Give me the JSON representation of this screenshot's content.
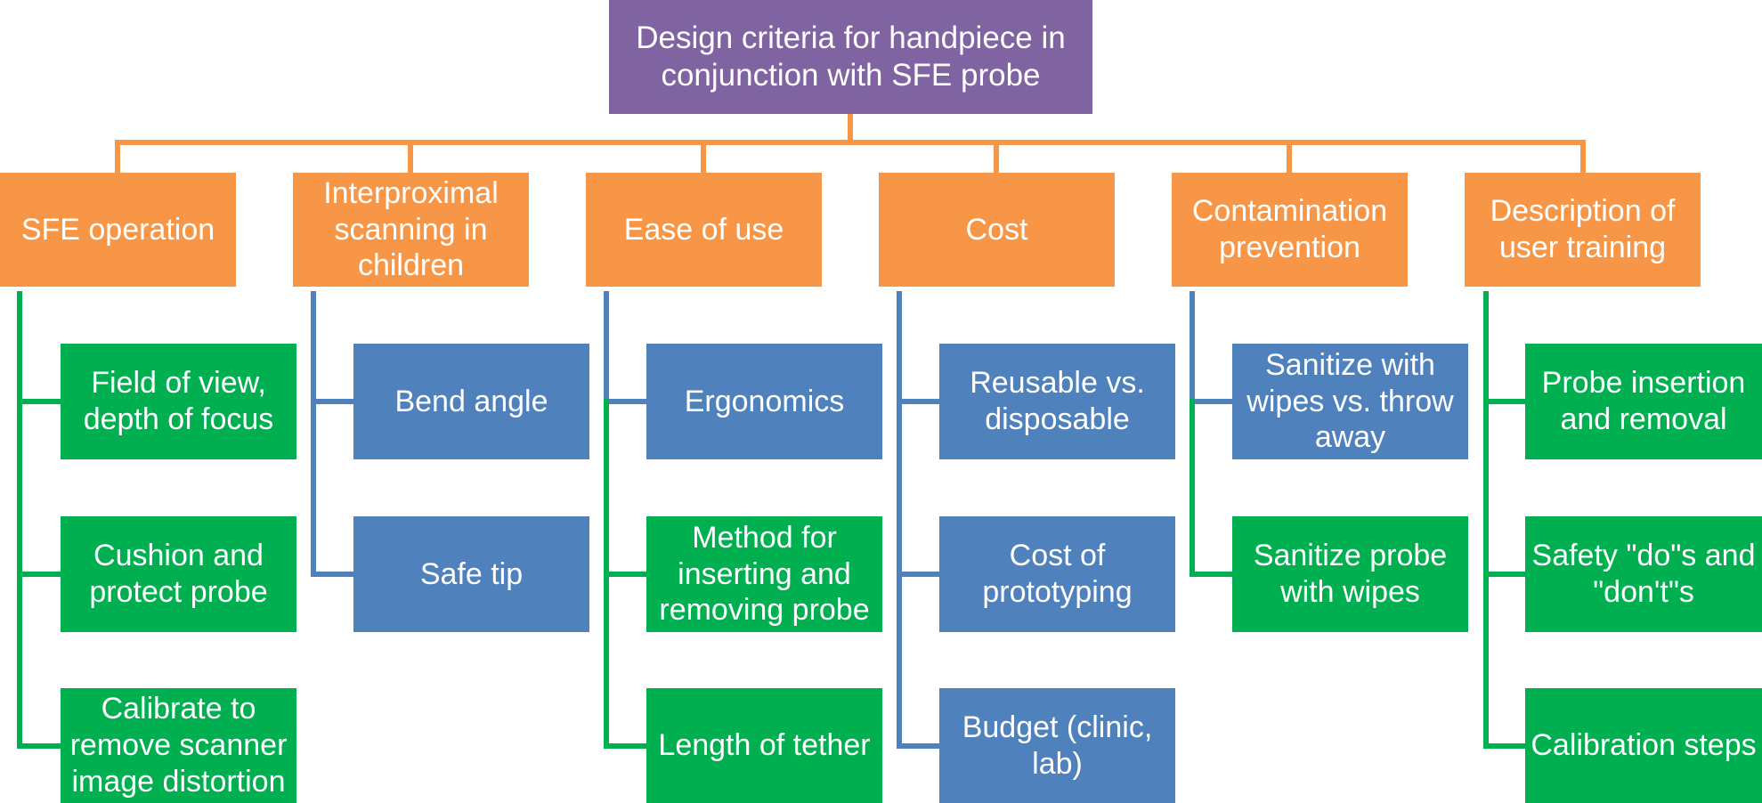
{
  "diagram": {
    "root": {
      "label": "Design criteria for handpiece in conjunction with SFE probe",
      "color": "#8064a2"
    },
    "colors": {
      "orange": "#f79646",
      "blue": "#4f81bd",
      "green": "#00b050"
    },
    "categories": [
      {
        "label": "SFE operation",
        "line_color": "green",
        "items": [
          {
            "label": "Field of view, depth of focus",
            "color": "green"
          },
          {
            "label": "Cushion and protect probe",
            "color": "green"
          },
          {
            "label": "Calibrate to remove scanner image distortion",
            "color": "green"
          }
        ]
      },
      {
        "label": "Interproximal scanning in children",
        "line_color": "blue",
        "items": [
          {
            "label": "Bend angle",
            "color": "blue"
          },
          {
            "label": "Safe tip",
            "color": "blue"
          }
        ]
      },
      {
        "label": "Ease of use",
        "line_color": "mixed",
        "items": [
          {
            "label": "Ergonomics",
            "color": "blue"
          },
          {
            "label": "Method for inserting and removing probe",
            "color": "green"
          },
          {
            "label": "Length of tether",
            "color": "green"
          }
        ]
      },
      {
        "label": "Cost",
        "line_color": "blue",
        "items": [
          {
            "label": "Reusable vs. disposable",
            "color": "blue"
          },
          {
            "label": "Cost of prototyping",
            "color": "blue"
          },
          {
            "label": "Budget (clinic, lab)",
            "color": "blue"
          }
        ]
      },
      {
        "label": "Contamination prevention",
        "line_color": "mixed",
        "items": [
          {
            "label": "Sanitize with wipes vs. throw away",
            "color": "blue"
          },
          {
            "label": "Sanitize probe with wipes",
            "color": "green"
          }
        ]
      },
      {
        "label": "Description of user training",
        "line_color": "green",
        "items": [
          {
            "label": "Probe insertion and removal",
            "color": "green"
          },
          {
            "label": "Safety \"do\"s and \"don't\"s",
            "color": "green"
          },
          {
            "label": "Calibration steps",
            "color": "green"
          }
        ]
      }
    ]
  }
}
